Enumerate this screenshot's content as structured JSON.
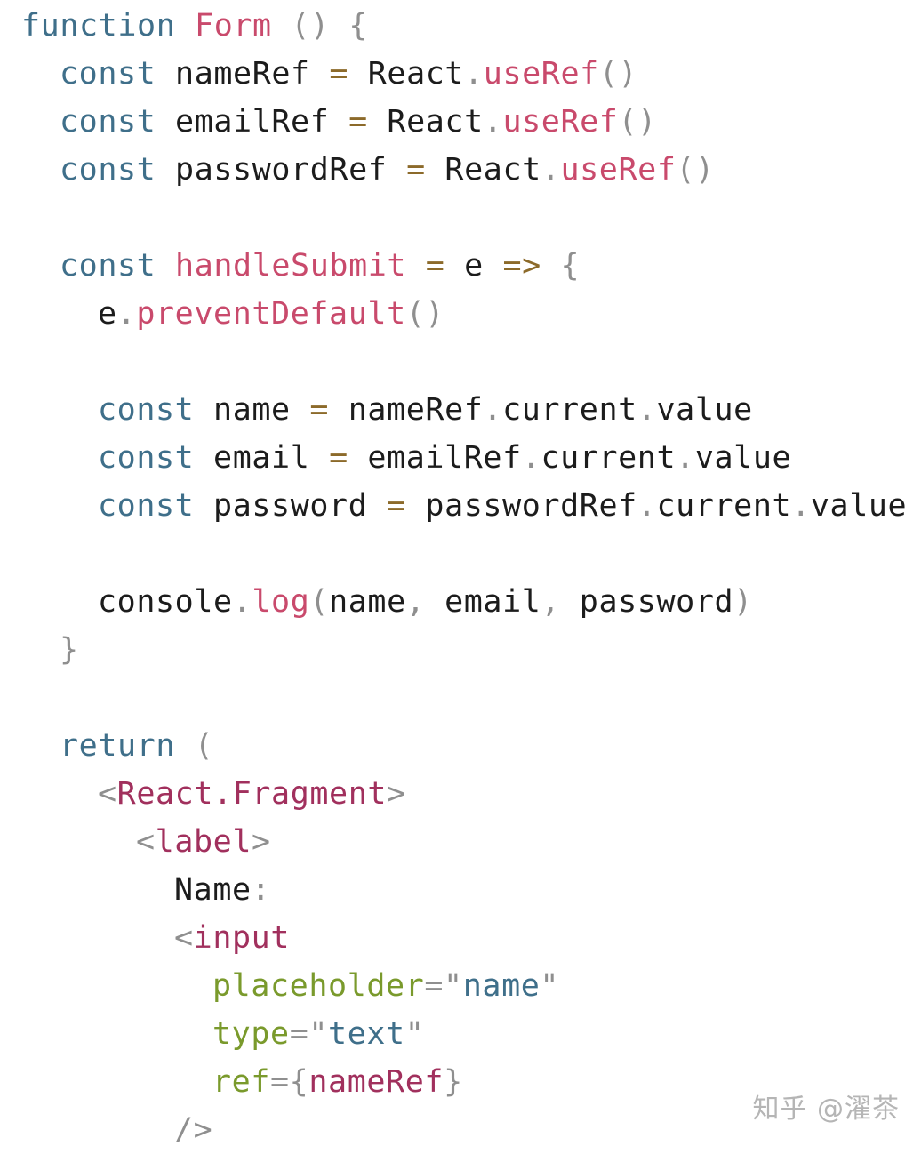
{
  "code": {
    "lines": [
      {
        "indent": 0,
        "tokens": [
          {
            "t": "function",
            "c": "kw"
          },
          {
            "t": " ",
            "c": "id"
          },
          {
            "t": "Form",
            "c": "fn"
          },
          {
            "t": " ",
            "c": "id"
          },
          {
            "t": "()",
            "c": "punc"
          },
          {
            "t": " ",
            "c": "id"
          },
          {
            "t": "{",
            "c": "punc"
          }
        ]
      },
      {
        "indent": 1,
        "tokens": [
          {
            "t": "const",
            "c": "kw"
          },
          {
            "t": " nameRef ",
            "c": "id"
          },
          {
            "t": "=",
            "c": "op"
          },
          {
            "t": " React",
            "c": "id"
          },
          {
            "t": ".",
            "c": "punc"
          },
          {
            "t": "useRef",
            "c": "fn"
          },
          {
            "t": "()",
            "c": "punc"
          }
        ]
      },
      {
        "indent": 1,
        "tokens": [
          {
            "t": "const",
            "c": "kw"
          },
          {
            "t": " emailRef ",
            "c": "id"
          },
          {
            "t": "=",
            "c": "op"
          },
          {
            "t": " React",
            "c": "id"
          },
          {
            "t": ".",
            "c": "punc"
          },
          {
            "t": "useRef",
            "c": "fn"
          },
          {
            "t": "()",
            "c": "punc"
          }
        ]
      },
      {
        "indent": 1,
        "tokens": [
          {
            "t": "const",
            "c": "kw"
          },
          {
            "t": " passwordRef ",
            "c": "id"
          },
          {
            "t": "=",
            "c": "op"
          },
          {
            "t": " React",
            "c": "id"
          },
          {
            "t": ".",
            "c": "punc"
          },
          {
            "t": "useRef",
            "c": "fn"
          },
          {
            "t": "()",
            "c": "punc"
          }
        ]
      },
      {
        "indent": 0,
        "tokens": []
      },
      {
        "indent": 1,
        "tokens": [
          {
            "t": "const",
            "c": "kw"
          },
          {
            "t": " ",
            "c": "id"
          },
          {
            "t": "handleSubmit",
            "c": "fn"
          },
          {
            "t": " ",
            "c": "id"
          },
          {
            "t": "=",
            "c": "op"
          },
          {
            "t": " e ",
            "c": "id"
          },
          {
            "t": "=>",
            "c": "op"
          },
          {
            "t": " ",
            "c": "id"
          },
          {
            "t": "{",
            "c": "punc"
          }
        ]
      },
      {
        "indent": 2,
        "tokens": [
          {
            "t": "e",
            "c": "id"
          },
          {
            "t": ".",
            "c": "punc"
          },
          {
            "t": "preventDefault",
            "c": "fn"
          },
          {
            "t": "()",
            "c": "punc"
          }
        ]
      },
      {
        "indent": 0,
        "tokens": []
      },
      {
        "indent": 2,
        "tokens": [
          {
            "t": "const",
            "c": "kw"
          },
          {
            "t": " name ",
            "c": "id"
          },
          {
            "t": "=",
            "c": "op"
          },
          {
            "t": " nameRef",
            "c": "id"
          },
          {
            "t": ".",
            "c": "punc"
          },
          {
            "t": "current",
            "c": "id"
          },
          {
            "t": ".",
            "c": "punc"
          },
          {
            "t": "value",
            "c": "id"
          }
        ]
      },
      {
        "indent": 2,
        "tokens": [
          {
            "t": "const",
            "c": "kw"
          },
          {
            "t": " email ",
            "c": "id"
          },
          {
            "t": "=",
            "c": "op"
          },
          {
            "t": " emailRef",
            "c": "id"
          },
          {
            "t": ".",
            "c": "punc"
          },
          {
            "t": "current",
            "c": "id"
          },
          {
            "t": ".",
            "c": "punc"
          },
          {
            "t": "value",
            "c": "id"
          }
        ]
      },
      {
        "indent": 2,
        "tokens": [
          {
            "t": "const",
            "c": "kw"
          },
          {
            "t": " password ",
            "c": "id"
          },
          {
            "t": "=",
            "c": "op"
          },
          {
            "t": " passwordRef",
            "c": "id"
          },
          {
            "t": ".",
            "c": "punc"
          },
          {
            "t": "current",
            "c": "id"
          },
          {
            "t": ".",
            "c": "punc"
          },
          {
            "t": "value",
            "c": "id"
          }
        ]
      },
      {
        "indent": 0,
        "tokens": []
      },
      {
        "indent": 2,
        "tokens": [
          {
            "t": "console",
            "c": "id"
          },
          {
            "t": ".",
            "c": "punc"
          },
          {
            "t": "log",
            "c": "fn"
          },
          {
            "t": "(",
            "c": "punc"
          },
          {
            "t": "name",
            "c": "id"
          },
          {
            "t": ",",
            "c": "punc"
          },
          {
            "t": " email",
            "c": "id"
          },
          {
            "t": ",",
            "c": "punc"
          },
          {
            "t": " password",
            "c": "id"
          },
          {
            "t": ")",
            "c": "punc"
          }
        ]
      },
      {
        "indent": 1,
        "tokens": [
          {
            "t": "}",
            "c": "punc"
          }
        ]
      },
      {
        "indent": 0,
        "tokens": []
      },
      {
        "indent": 1,
        "tokens": [
          {
            "t": "return",
            "c": "kw"
          },
          {
            "t": " ",
            "c": "id"
          },
          {
            "t": "(",
            "c": "punc"
          }
        ]
      },
      {
        "indent": 2,
        "tokens": [
          {
            "t": "<",
            "c": "punc"
          },
          {
            "t": "React.Fragment",
            "c": "tag"
          },
          {
            "t": ">",
            "c": "punc"
          }
        ]
      },
      {
        "indent": 3,
        "tokens": [
          {
            "t": "<",
            "c": "punc"
          },
          {
            "t": "label",
            "c": "tag"
          },
          {
            "t": ">",
            "c": "punc"
          }
        ]
      },
      {
        "indent": 4,
        "tokens": [
          {
            "t": "Name",
            "c": "id"
          },
          {
            "t": ":",
            "c": "punc"
          }
        ]
      },
      {
        "indent": 4,
        "tokens": [
          {
            "t": "<",
            "c": "punc"
          },
          {
            "t": "input",
            "c": "tag"
          }
        ]
      },
      {
        "indent": 5,
        "tokens": [
          {
            "t": "placeholder",
            "c": "attr"
          },
          {
            "t": "=\"",
            "c": "punc"
          },
          {
            "t": "name",
            "c": "str"
          },
          {
            "t": "\"",
            "c": "punc"
          }
        ]
      },
      {
        "indent": 5,
        "tokens": [
          {
            "t": "type",
            "c": "attr"
          },
          {
            "t": "=\"",
            "c": "punc"
          },
          {
            "t": "text",
            "c": "str"
          },
          {
            "t": "\"",
            "c": "punc"
          }
        ]
      },
      {
        "indent": 5,
        "tokens": [
          {
            "t": "ref",
            "c": "attr"
          },
          {
            "t": "={",
            "c": "punc"
          },
          {
            "t": "nameRef",
            "c": "tag"
          },
          {
            "t": "}",
            "c": "punc"
          }
        ]
      },
      {
        "indent": 4,
        "tokens": [
          {
            "t": "/>",
            "c": "punc"
          }
        ]
      }
    ]
  },
  "watermark": {
    "text": "知乎 @濯茶"
  }
}
